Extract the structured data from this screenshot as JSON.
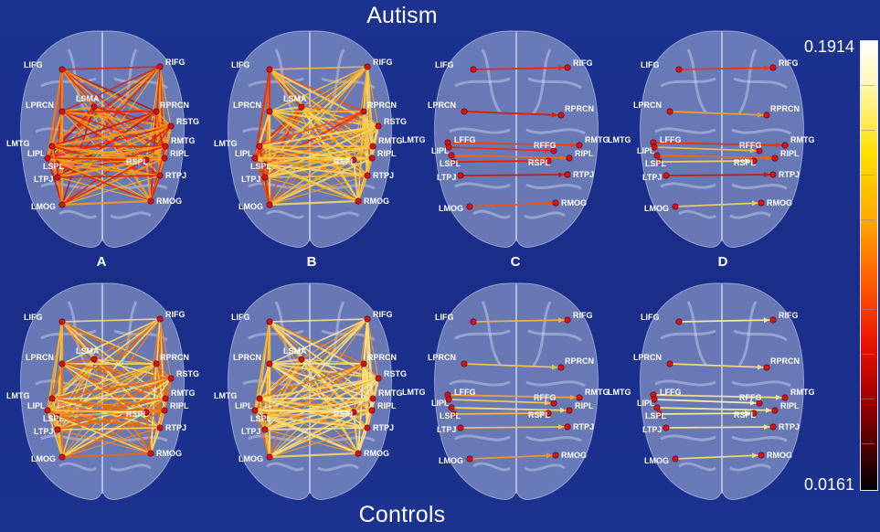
{
  "titles": {
    "top": "Autism",
    "bottom": "Controls"
  },
  "columns": [
    "A",
    "B",
    "C",
    "D"
  ],
  "colorbar": {
    "max": "0.1914",
    "min": "0.0161",
    "colors": [
      "#ffffff",
      "#fff7b0",
      "#ffe000",
      "#ffa800",
      "#ff5500",
      "#e81000",
      "#a00000",
      "#400000",
      "#000000"
    ]
  },
  "regions": [
    "LIFG",
    "RIFG",
    "LSMA",
    "LPRCN",
    "RPRCN",
    "RSTG",
    "LMTG",
    "RMTG",
    "LIPL",
    "RIPL",
    "LSPL",
    "RSPL",
    "LTPJ",
    "RTPJ",
    "LMOG",
    "RMOG",
    "LFFG",
    "RFFG"
  ],
  "panel_regions": {
    "full": [
      "LIFG",
      "RIFG",
      "LSMA",
      "LPRCN",
      "RPRCN",
      "RSTG",
      "LMTG",
      "RMTG",
      "LIPL",
      "RIPL",
      "LSPL",
      "RSPL",
      "LTPJ",
      "RTPJ",
      "LMOG",
      "RMOG"
    ],
    "pairs": [
      "LIFG",
      "RIFG",
      "LPRCN",
      "RPRCN",
      "LMTG",
      "RMTG",
      "LFFG",
      "RFFG",
      "LIPL",
      "RIPL",
      "LSPL",
      "RSPL",
      "LTPJ",
      "RTPJ",
      "LMOG",
      "RMOG"
    ]
  },
  "node_color": "#d41414",
  "brain_color": "#a8b6d8"
}
